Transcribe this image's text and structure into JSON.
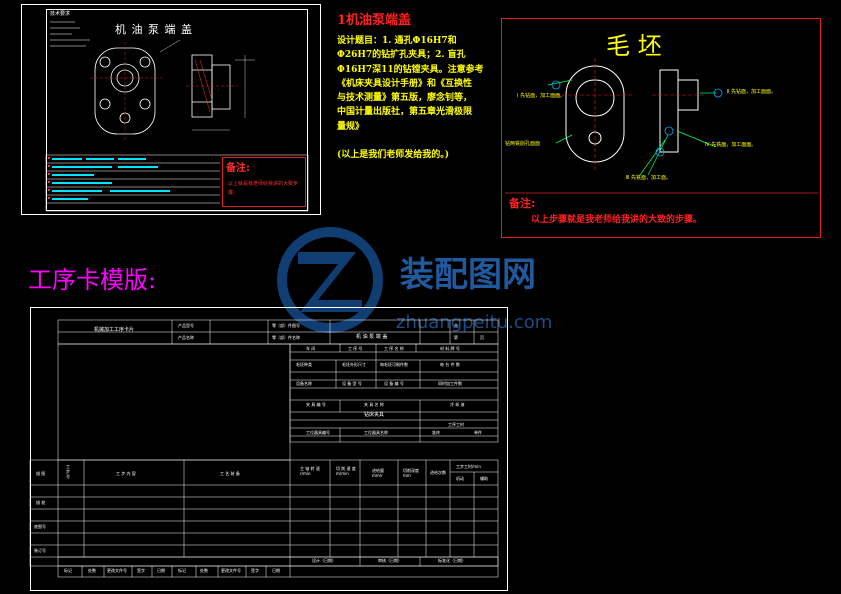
{
  "drawing_1": {
    "title": "机 油 泵 端 盖",
    "tech_req_heading": "技术要求",
    "note_heading": "备注:",
    "note_text": "以上就是我老师给我讲的大致步骤。"
  },
  "task": {
    "title": "1机油泵端盖",
    "body_lines": [
      "设计题目：1. 通孔Φ16H7和",
      "Φ26H7的钻扩孔夹具；2. 盲孔",
      "Φ16H7深11的钻镗夹具。注意参考",
      "《机床夹具设计手册》和《互换性",
      "与技术测量》第五版，廖念钊等，",
      "中国计量出版社，第五章光滑极限",
      "量规》"
    ],
    "footer": "(以上是我们老师发给我的。)",
    "colors": {
      "title": "#ff2020",
      "body": "#ffff00"
    }
  },
  "blank": {
    "title": "毛 坯",
    "labels": [
      "Ⅰ 先钻面，加工面面。",
      "Ⅱ 先钻面，加工面面。",
      "Ⅲ 先铣面，加工面。",
      "Ⅳ 先铣面，加工面面。"
    ],
    "left_label": "钻两铣削孔面面",
    "note_heading": "备注:",
    "note_text": "以上步骤就是我老师给我讲的大致的步骤。",
    "colors": {
      "title": "#ffff00",
      "label": "#ffff00",
      "note_head": "#ff2020"
    }
  },
  "template_heading": "工序卡模版:",
  "watermark": {
    "brand": "装配图网",
    "url": "zhuangpeitu.com"
  },
  "card": {
    "name": "机械加工工序卡片",
    "part_name": "机 油 泵 端 盖",
    "product_model": "产品型号",
    "product_name": "产品名称",
    "part_drawing_no": "零（部）件图号",
    "part_name_label": "零（部）件名称",
    "total": "共",
    "page": "第",
    "page_unit": "页",
    "workshop": "车 间",
    "process_no": "工 序 号",
    "process_name": "工 序 名 称",
    "material": "材 料 牌 号",
    "blank_type": "毛坯种类",
    "blank_size": "毛坯外形尺寸",
    "blank_count": "每毛坯可制件数",
    "per_unit": "每 台 件 数",
    "equipment": "设备名称",
    "equipment_model": "设 备 型 号",
    "equipment_no": "设 备 编 号",
    "concurrent": "同时加工件数",
    "fixture_no": "夹 具 编 号",
    "fixture_name": "夹 具 名 称",
    "coolant": "冷 却 液",
    "special_fixture": "钻床夹具",
    "station_tool_no": "工位器具编号",
    "station_tool_name": "工位器具名称",
    "process_hours": "工序工时",
    "prep_end": "准终",
    "unit_time": "单件",
    "step_no": "工 步 号",
    "step_content": "工 步 内 容",
    "process_equipment": "工 艺 装 备",
    "spindle_speed": "主 轴 转 速 r/min",
    "cutting_speed": "切 削 速 度 m/min",
    "feed": "进给量 mm/r",
    "depth": "切削深度 mm",
    "passes": "进给次数",
    "step_hours": "工步工时/min",
    "machine_time": "机动",
    "aux_time": "辅助",
    "drawing_label": "描 图",
    "tracing_label": "描 校",
    "base_no": "底图号",
    "binding_no": "装订号",
    "designed": "设计（日期）",
    "reviewed": "审核（日期）",
    "standard": "标准化（日期）",
    "signoff": [
      "标记",
      "处数",
      "更改文件号",
      "签字",
      "日期",
      "标记",
      "处数",
      "更改文件号",
      "签字",
      "日期"
    ]
  }
}
